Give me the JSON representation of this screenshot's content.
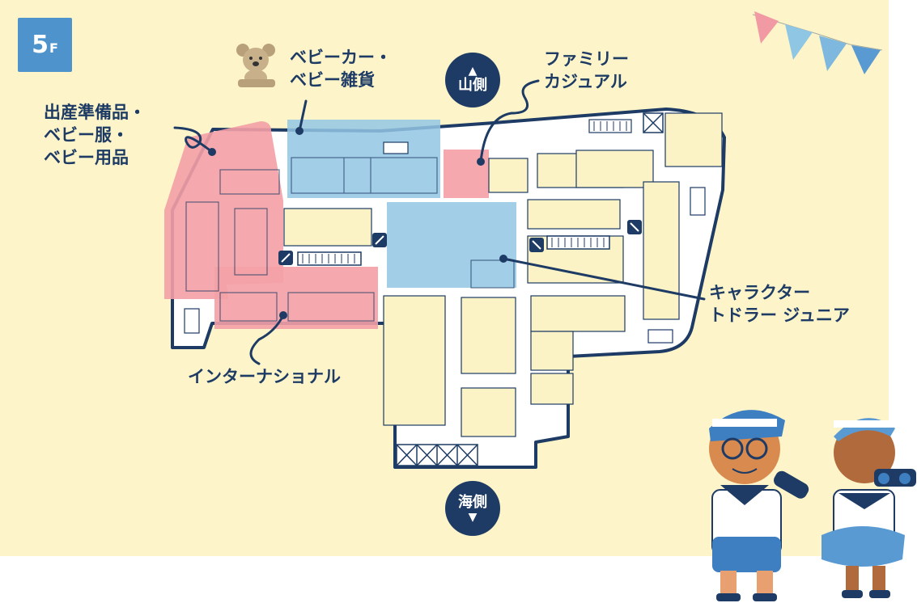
{
  "floor": {
    "number": "5",
    "unit": "F"
  },
  "directions": {
    "mountain": {
      "label": "山側",
      "arrow": "▲"
    },
    "sea": {
      "label": "海側",
      "arrow": "▼"
    }
  },
  "areas": {
    "baby_goods": "出産準備品・\nベビー服・\nベビー用品",
    "stroller": "ベビーカー・\nベビー雑貨",
    "family_casual": "ファミリー\nカジュアル",
    "character": "キャラクター\nトドラー ジュニア",
    "international": "インターナショナル"
  },
  "colors": {
    "background": "#fdf5c9",
    "navy": "#1d3b64",
    "pink_area": "#f4a0a6",
    "blue_area": "#93c6e4",
    "shop": "#fbf3c6",
    "badge": "#4f93cc"
  },
  "icons": [
    "teddy-bear-icon",
    "escalator-icon",
    "stairs-icon",
    "bunting-icon"
  ],
  "illustration": "kids-sailor-illustration"
}
